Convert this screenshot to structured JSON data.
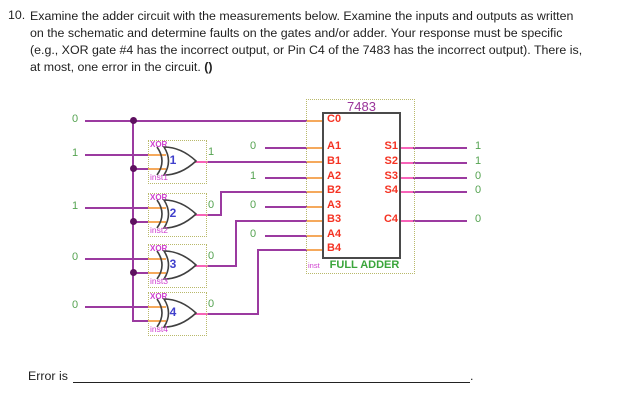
{
  "question": {
    "number": "10.",
    "lines": [
      "Examine the adder circuit with the measurements below. Examine the inputs and outputs as written",
      "on the schematic and determine faults on the gates and/or adder. Your response must be specific",
      "(e.g., XOR gate #4 has the incorrect output, or Pin C4 of the 7483 has the incorrect output). There is,",
      "at most, one error in the circuit. "
    ],
    "bold_suffix": "()"
  },
  "circuit": {
    "left_input_values": [
      "0",
      "1",
      "1",
      "0",
      "0"
    ],
    "gates": [
      {
        "type_label": "XOR",
        "number": "1",
        "inst": "inst1",
        "output_value": "1"
      },
      {
        "type_label": "XOR",
        "number": "2",
        "inst": "inst2",
        "output_value": "0"
      },
      {
        "type_label": "XOR",
        "number": "3",
        "inst": "inst3",
        "output_value": "0"
      },
      {
        "type_label": "XOR",
        "number": "4",
        "inst": "inst4",
        "output_value": "0"
      }
    ],
    "adder": {
      "title": "7483",
      "inst_label": "inst",
      "name": "FULL ADDER",
      "left_pins": [
        "C0",
        "A1",
        "B1",
        "A2",
        "B2",
        "A3",
        "B3",
        "A4",
        "B4"
      ],
      "right_pins": [
        "S1",
        "S2",
        "S3",
        "S4",
        "C4"
      ],
      "a_input_values": [
        "0",
        "1",
        "0",
        "0"
      ],
      "output_values": [
        "1",
        "1",
        "0",
        "0",
        "0"
      ]
    }
  },
  "answer": {
    "label": "Error is",
    "period": "."
  },
  "colors": {
    "wire_purple": "#9b3aa0",
    "wire_pink": "#f763b8",
    "stub_orange": "#f5a95c",
    "junction_dot": "#5e1060",
    "value_green": "#55a351",
    "pin_red": "#f53222",
    "gate_number_blue": "#4040cc",
    "label_magenta": "#cf3fcf",
    "block_border_olive": "#b9b96a",
    "adder_title_purple": "#993399",
    "full_adder_green": "#3aa53a"
  }
}
